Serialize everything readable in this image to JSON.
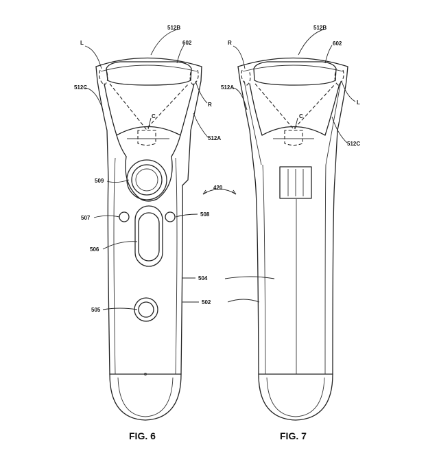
{
  "figures": [
    {
      "id": "fig6",
      "caption": "FIG. 6"
    },
    {
      "id": "fig7",
      "caption": "FIG. 7"
    }
  ],
  "labels": {
    "fig6": {
      "l": "L",
      "r": "R",
      "c": "C",
      "bulb_top": "512B",
      "bulb_side_left": "512C",
      "bulb_side_right": "512A",
      "screen": "602",
      "main_button": "509",
      "left_button": "507",
      "right_button": "508",
      "trigger": "506",
      "bottom_button": "505"
    },
    "fig7": {
      "r": "R",
      "l": "L",
      "c": "C",
      "bulb_top": "512B",
      "bulb_side_left": "512A",
      "bulb_side_right": "512C",
      "screen": "602"
    },
    "shared": {
      "rotation": "420",
      "body_front": "504",
      "body_side": "502"
    }
  }
}
